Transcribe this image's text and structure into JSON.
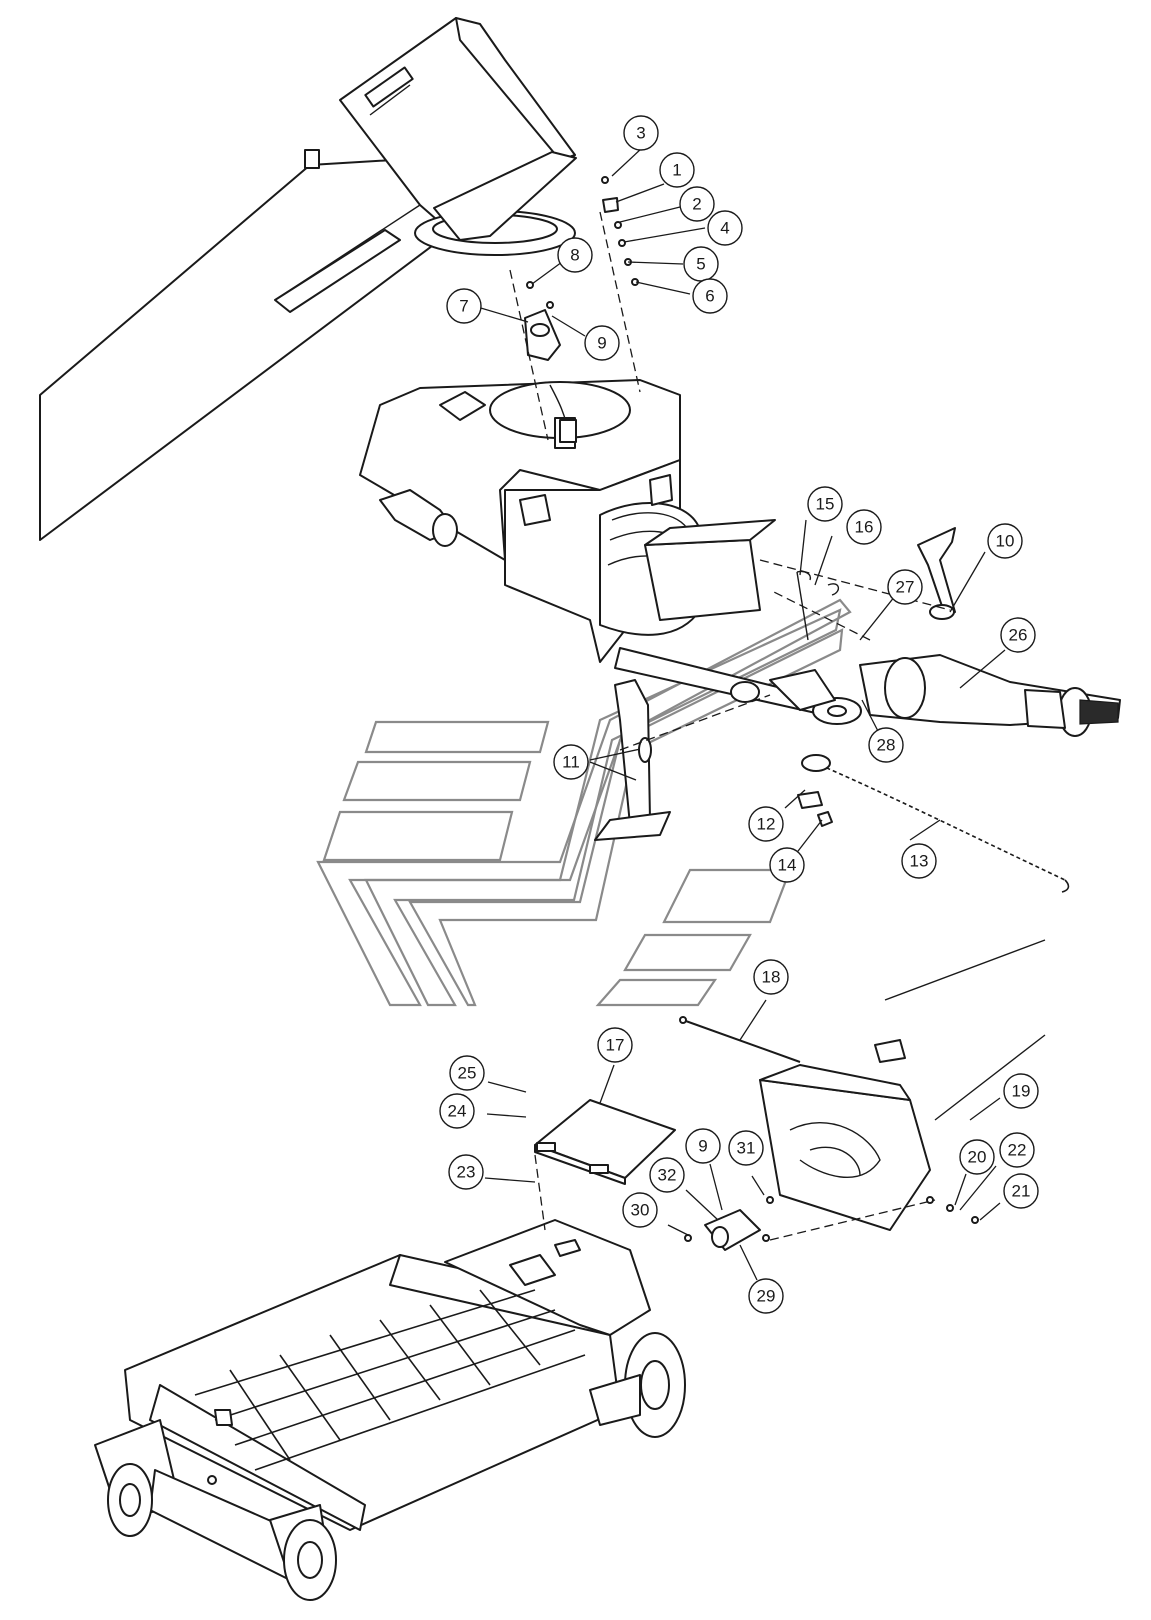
{
  "callouts": [
    {
      "num": "1"
    },
    {
      "num": "2"
    },
    {
      "num": "3"
    },
    {
      "num": "4"
    },
    {
      "num": "5"
    },
    {
      "num": "6"
    },
    {
      "num": "7"
    },
    {
      "num": "8"
    },
    {
      "num": "9"
    },
    {
      "num": "10"
    },
    {
      "num": "11"
    },
    {
      "num": "12"
    },
    {
      "num": "13"
    },
    {
      "num": "14"
    },
    {
      "num": "15"
    },
    {
      "num": "16"
    },
    {
      "num": "17"
    },
    {
      "num": "18"
    },
    {
      "num": "19"
    },
    {
      "num": "20"
    },
    {
      "num": "21"
    },
    {
      "num": "22"
    },
    {
      "num": "23"
    },
    {
      "num": "24"
    },
    {
      "num": "25"
    },
    {
      "num": "26"
    },
    {
      "num": "27"
    },
    {
      "num": "28"
    },
    {
      "num": "29"
    },
    {
      "num": "30"
    },
    {
      "num": "31"
    },
    {
      "num": "32"
    },
    {
      "num": "9"
    }
  ],
  "colors": {
    "line": "#1a1a1a",
    "watermark": "#8a8a8a",
    "background": "#ffffff"
  }
}
